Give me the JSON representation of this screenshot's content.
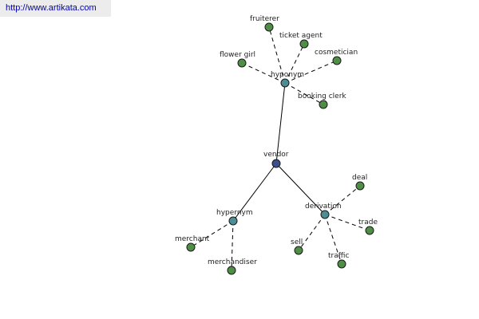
{
  "watermark": {
    "text": "http://www.artikata.com"
  },
  "colors": {
    "center": "#3a4f8c",
    "relation": "#4d8e95",
    "leaf": "#4f8f45",
    "edge": "#000000"
  },
  "graph": {
    "center": {
      "id": "vendor",
      "label": "vendor",
      "kind": "center"
    },
    "relations": [
      {
        "id": "hyponym",
        "label": "hyponym",
        "children": [
          {
            "id": "fruiterer",
            "label": "fruiterer"
          },
          {
            "id": "ticket-agent",
            "label": "ticket agent"
          },
          {
            "id": "cosmetician",
            "label": "cosmetician"
          },
          {
            "id": "flower-girl",
            "label": "flower girl"
          },
          {
            "id": "booking-clerk",
            "label": "booking clerk"
          }
        ]
      },
      {
        "id": "hypernym",
        "label": "hypernym",
        "children": [
          {
            "id": "merchant",
            "label": "merchant"
          },
          {
            "id": "merchandiser",
            "label": "merchandiser"
          }
        ]
      },
      {
        "id": "derivation",
        "label": "derivation",
        "children": [
          {
            "id": "deal",
            "label": "deal"
          },
          {
            "id": "trade",
            "label": "trade"
          },
          {
            "id": "sell",
            "label": "sell"
          },
          {
            "id": "traffic",
            "label": "traffic"
          }
        ]
      }
    ]
  }
}
